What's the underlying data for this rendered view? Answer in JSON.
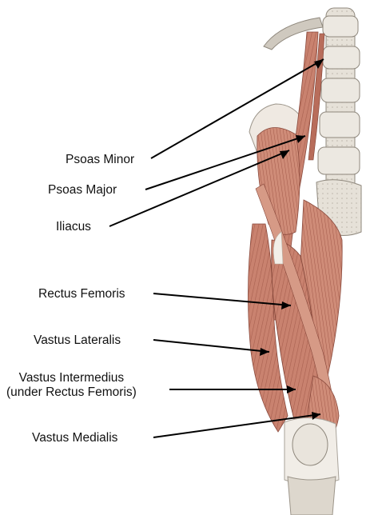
{
  "labels": {
    "psoas_minor": "Psoas Minor",
    "psoas_major": "Psoas Major",
    "iliacus": "Iliacus",
    "rectus_femoris": "Rectus Femoris",
    "vastus_lateralis": "Vastus Lateralis",
    "vastus_intermedius_line1": "Vastus Intermedius",
    "vastus_intermedius_line2": "(under Rectus Femoris)",
    "vastus_medialis": "Vastus Medialis"
  },
  "colors": {
    "muscle": "#c9826f",
    "muscle_dark": "#9e5444",
    "muscle_light": "#e2ab9a",
    "bone": "#e9e4dc",
    "bone_shadow": "#a9a39a",
    "tendon": "#f1eee9",
    "line": "#000000"
  }
}
